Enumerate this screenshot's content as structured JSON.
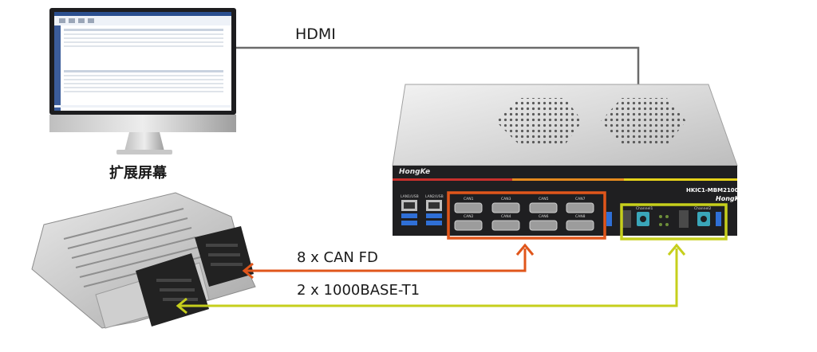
{
  "title": "",
  "monitor": {
    "caption": "扩展屏幕"
  },
  "device": {
    "model": "HKIC1-MBM2100",
    "brand": "HongKe",
    "ports_left": [
      "LAN1/USB",
      "LAN2/USB"
    ],
    "can_ports": [
      "CAN1",
      "CAN2",
      "CAN3",
      "CAN4",
      "CAN5",
      "CAN6",
      "CAN7",
      "CAN8"
    ],
    "eth_ports": [
      "Channel1",
      "Channel2"
    ]
  },
  "connections": [
    {
      "label": "HDMI",
      "color": "#6b6b6b"
    },
    {
      "label": "8 x CAN FD",
      "color": "#e0561b"
    },
    {
      "label": "2 x 1000BASE-T1",
      "color": "#c6cf1c"
    }
  ],
  "colors": {
    "can_accent": "#e0561b",
    "t1_accent": "#c6cf1c",
    "device_stripe_red": "#c8302c",
    "device_stripe_orange": "#e68a1e",
    "device_stripe_yellow": "#e5d21a"
  }
}
